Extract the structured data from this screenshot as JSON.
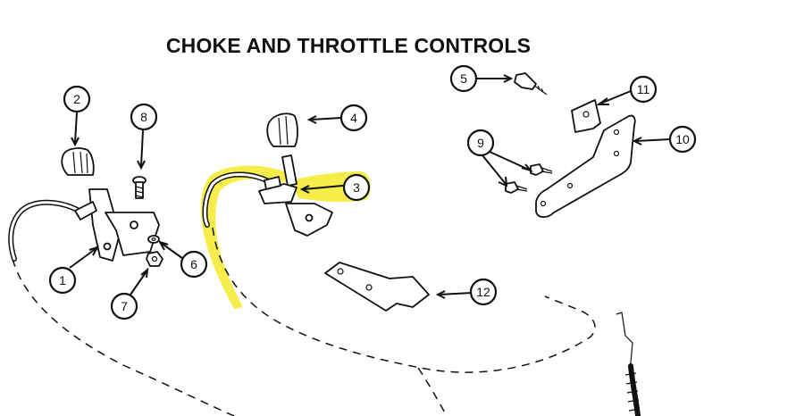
{
  "title": "CHOKE AND THROTTLE CONTROLS",
  "callouts": [
    {
      "id": "callout-1",
      "number": "1"
    },
    {
      "id": "callout-2",
      "number": "2"
    },
    {
      "id": "callout-3",
      "number": "3",
      "highlighted": true
    },
    {
      "id": "callout-4",
      "number": "4"
    },
    {
      "id": "callout-5",
      "number": "5"
    },
    {
      "id": "callout-6",
      "number": "6"
    },
    {
      "id": "callout-7",
      "number": "7"
    },
    {
      "id": "callout-8",
      "number": "8"
    },
    {
      "id": "callout-9",
      "number": "9"
    },
    {
      "id": "callout-10",
      "number": "10"
    },
    {
      "id": "callout-11",
      "number": "11"
    },
    {
      "id": "callout-12",
      "number": "12"
    }
  ],
  "colors": {
    "highlight": "#f5ec3c",
    "line": "#111111",
    "background": "#ffffff"
  }
}
